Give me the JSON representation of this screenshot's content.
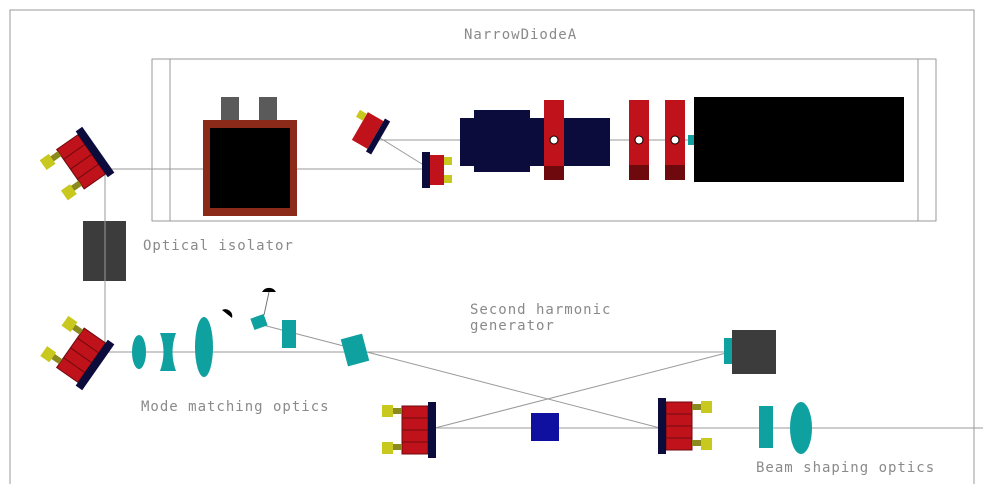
{
  "labels": {
    "title": "NarrowDiodeA",
    "isolator": "Optical isolator",
    "shg_line1": "Second harmonic",
    "shg_line2": "generator",
    "mode_matching": "Mode matching optics",
    "beam_shaping": "Beam shaping optics"
  },
  "colors": {
    "mount_red": "#c0121a",
    "mount_dark_red": "#6e0a0e",
    "navy": "#0c0c3c",
    "yellow": "#c8c81e",
    "teal": "#0fa0a0",
    "dark_gray": "#3c3c3c",
    "black": "#000000",
    "blue_crystal": "#0f0fa0",
    "brown": "#8c2a1a",
    "beam": "#9a9a9a"
  }
}
